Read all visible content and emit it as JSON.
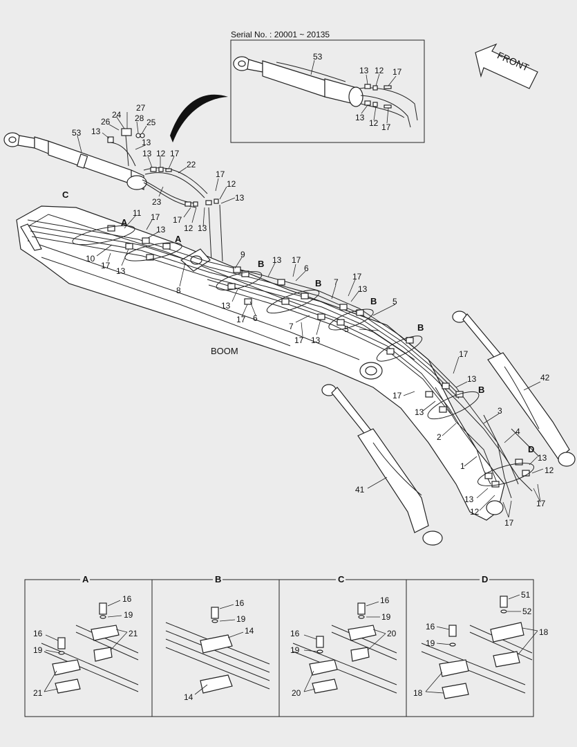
{
  "serial_caption": "Serial No. : 20001 ~ 20135",
  "front_label": "FRONT",
  "boom_label": "BOOM",
  "inset_callouts": [
    "53",
    "13",
    "12",
    "17",
    "13",
    "12",
    "17"
  ],
  "main_callouts": {
    "c53": "53",
    "c27": "27",
    "c24": "24",
    "c26": "26",
    "c28": "28",
    "c25": "25",
    "c13a": "13",
    "c13b": "13",
    "c13c": "13",
    "c12a": "12",
    "c17a": "17",
    "c22": "22",
    "c23": "23",
    "c17b": "17",
    "c12b": "12",
    "c13d": "13",
    "c17c": "17",
    "c12c": "12",
    "c13e": "13",
    "c11": "11",
    "c17d": "17",
    "c13f": "13",
    "c10": "10",
    "c17e": "17",
    "c13g": "13",
    "c8": "8",
    "c9": "9",
    "c13h": "13",
    "c17f": "17",
    "c6a": "6",
    "c13i": "13",
    "c17g": "17",
    "c6b": "6",
    "c7a": "7",
    "c17h": "17",
    "c13j": "13",
    "c7b": "7",
    "c17i": "17",
    "c13k": "13",
    "c5a": "5",
    "c5b": "5",
    "c17j": "17",
    "c13l": "13",
    "c17k": "17",
    "c13m": "13",
    "c3": "3",
    "c2": "2",
    "c4": "4",
    "c1": "1",
    "c42": "42",
    "c41": "41",
    "c13n": "13",
    "c12d": "12",
    "c13o": "13",
    "c12e": "12",
    "c17l": "17",
    "c17m": "17"
  },
  "section_markers": {
    "mC": "C",
    "mA1": "A",
    "mA2": "A",
    "mB1": "B",
    "mB2": "B",
    "mB3": "B",
    "mB4": "B",
    "mB5": "B",
    "mD": "D"
  },
  "detail_panels": [
    {
      "title": "A",
      "callouts": [
        "16",
        "19",
        "21",
        "16",
        "19",
        "21"
      ]
    },
    {
      "title": "B",
      "callouts": [
        "16",
        "19",
        "14",
        "14"
      ]
    },
    {
      "title": "C",
      "callouts": [
        "16",
        "19",
        "20",
        "16",
        "19",
        "20"
      ]
    },
    {
      "title": "D",
      "callouts": [
        "51",
        "52",
        "18",
        "16",
        "19",
        "18"
      ]
    }
  ]
}
